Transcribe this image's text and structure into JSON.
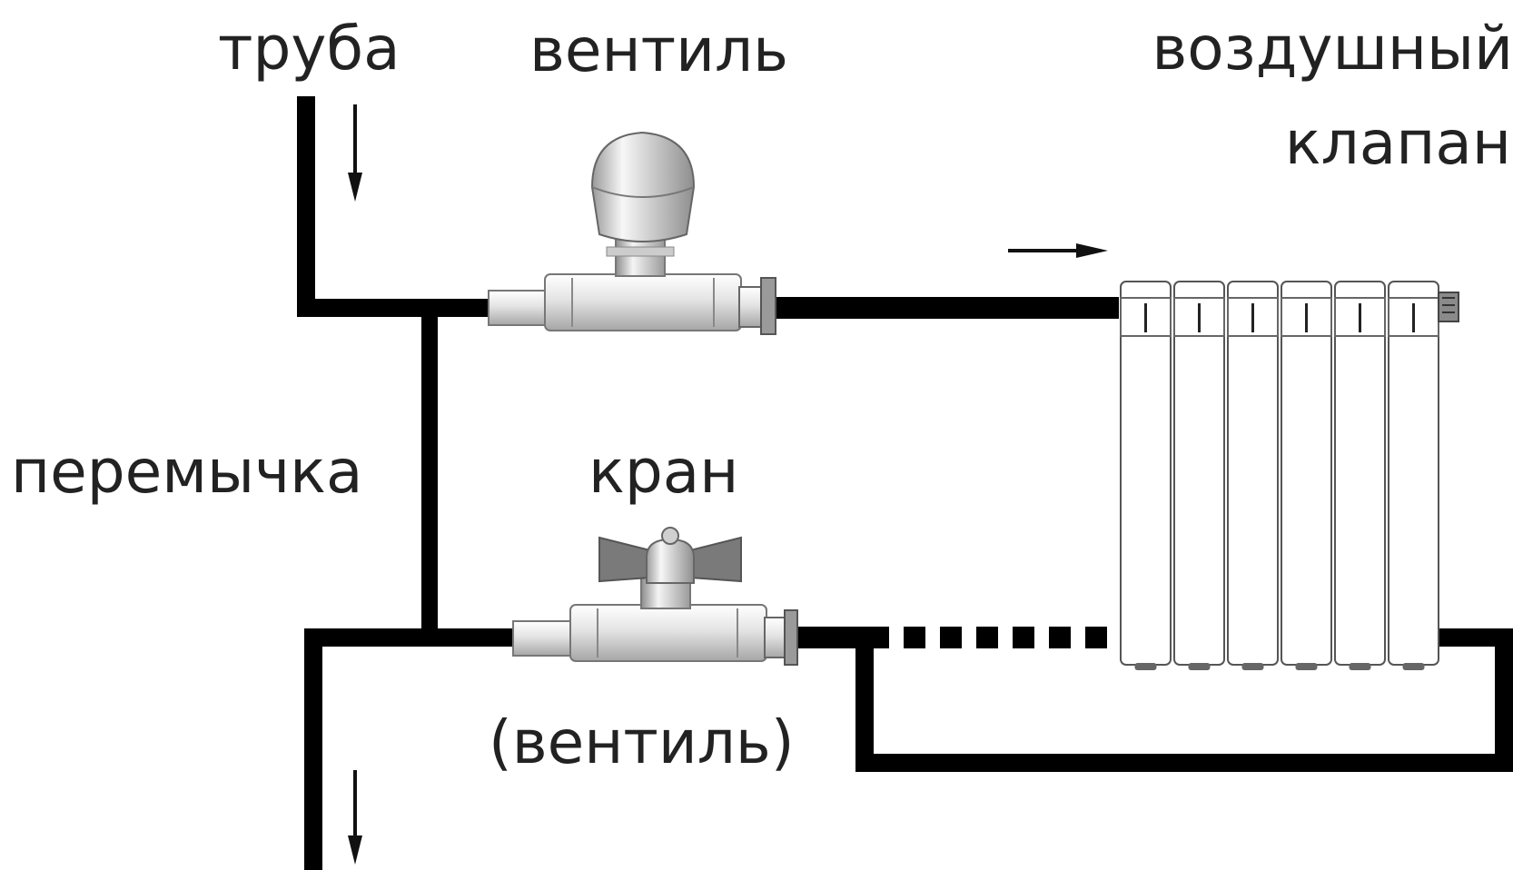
{
  "labels": {
    "pipe": "труба",
    "valve_top": "вентиль",
    "air_vent_line1": "воздушный",
    "air_vent_line2": "клапан",
    "bypass": "перемычка",
    "tap": "кран",
    "valve_bottom": "(вентиль)"
  },
  "colors": {
    "pipe": "#000000",
    "metal_light": "#f2f2f2",
    "metal_dark": "#a8a8a8",
    "radiator_line": "#555555",
    "text": "#222222"
  },
  "radiator": {
    "sections": 6
  }
}
